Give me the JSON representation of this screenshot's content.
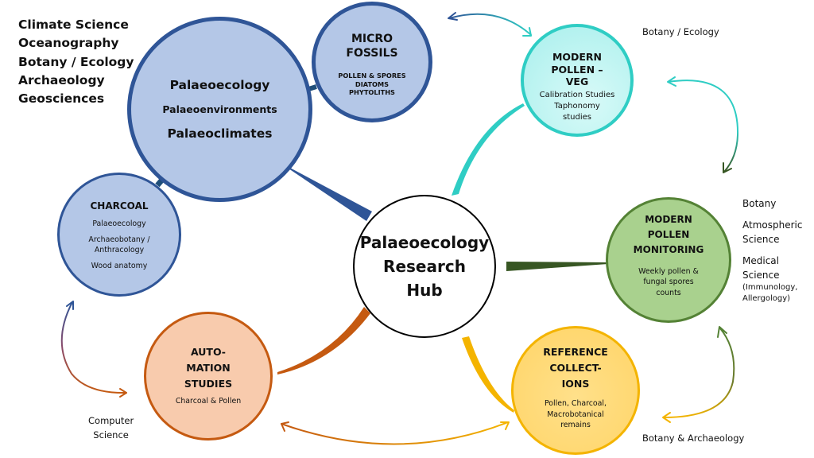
{
  "diagram": {
    "hub": {
      "title_lines": [
        "Palaeoecology",
        "Research",
        "Hub"
      ]
    },
    "disciplines": [
      "Climate Science",
      "Oceanography",
      "Botany / Ecology",
      "Archaeology",
      "Geosciences"
    ],
    "nodes": {
      "palaeoecology": {
        "title": "Palaeoecology",
        "subtitle": "Palaeoenvironments",
        "subtitle2": "Palaeoclimates",
        "color_fill": "#b4c7e7",
        "color_border": "#2f5597"
      },
      "micro_fossils": {
        "title_lines": [
          "MICRO",
          "FOSSILS"
        ],
        "items": [
          "POLLEN & SPORES",
          "DIATOMS",
          "PHYTOLITHS"
        ],
        "color_fill": "#b4c7e7",
        "color_border": "#2f5597"
      },
      "modern_pollen_veg": {
        "title_lines": [
          "MODERN",
          "POLLEN –",
          "VEG"
        ],
        "items": [
          "Calibration Studies",
          "Taphonomy",
          "studies"
        ],
        "color_fill": "#b8f2ef",
        "color_border": "#2fcdc4"
      },
      "charcoal": {
        "title": "CHARCOAL",
        "items": [
          "Palaeoecology",
          "Archaeobotany /",
          "Anthracology",
          "Wood anatomy"
        ],
        "color_fill": "#b4c7e7",
        "color_border": "#2f5597"
      },
      "modern_pollen_monitoring": {
        "title_lines": [
          "MODERN",
          "POLLEN",
          "MONITORING"
        ],
        "items": [
          "Weekly pollen &",
          "fungal spores",
          "counts"
        ],
        "color_fill": "#a9d18e",
        "color_border": "#548235"
      },
      "automation_studies": {
        "title_lines": [
          "AUTO-",
          "MATION",
          "STUDIES"
        ],
        "items": [
          "Charcoal & Pollen"
        ],
        "color_fill": "#f8cbad",
        "color_border": "#c55a11"
      },
      "reference_collections": {
        "title_lines": [
          "REFERENCE",
          "COLLECT-",
          "IONS"
        ],
        "items": [
          "Pollen, Charcoal,",
          "Macrobotanical",
          "remains"
        ],
        "color_fill": "#ffd966",
        "color_border": "#f4b400"
      }
    },
    "side_labels": {
      "modern_pollen_veg": "Botany / Ecology",
      "modern_pollen_monitoring": {
        "fields": [
          "Botany",
          "Atmospheric",
          "Science",
          "Medical",
          "Science"
        ],
        "field_groups": [
          [
            "Botany"
          ],
          [
            "Atmospheric",
            "Science"
          ],
          [
            "Medical",
            "Science"
          ]
        ],
        "notes": [
          "(Immunology,",
          "Allergology)"
        ]
      },
      "automation_studies": [
        "Computer",
        "Science"
      ],
      "reference_collections": "Botany & Archaeology"
    },
    "connections": [
      {
        "from": "hub",
        "to": "palaeoecology",
        "style": "tapered",
        "color": "#2f5597"
      },
      {
        "from": "hub",
        "to": "modern_pollen_veg",
        "style": "tapered",
        "color": "#2fcdc4"
      },
      {
        "from": "hub",
        "to": "modern_pollen_monitoring",
        "style": "tapered",
        "color": "#375623"
      },
      {
        "from": "hub",
        "to": "automation_studies",
        "style": "tapered",
        "color": "#c55a11"
      },
      {
        "from": "hub",
        "to": "reference_collections",
        "style": "tapered",
        "color": "#f4b400"
      },
      {
        "from": "palaeoecology",
        "to": "micro_fossils",
        "style": "short-link",
        "color": "#1f4e79"
      },
      {
        "from": "palaeoecology",
        "to": "charcoal",
        "style": "short-link",
        "color": "#1f4e79"
      }
    ],
    "arrows": [
      {
        "between": [
          "micro_fossils",
          "modern_pollen_veg"
        ],
        "type": "double-headed",
        "colors": [
          "#2f5597",
          "#2fcdc4"
        ]
      },
      {
        "between": [
          "modern_pollen_veg",
          "modern_pollen_monitoring"
        ],
        "type": "double-headed",
        "colors": [
          "#2fcdc4",
          "#375623"
        ]
      },
      {
        "between": [
          "modern_pollen_monitoring",
          "reference_collections"
        ],
        "type": "double-headed",
        "colors": [
          "#548235",
          "#f4b400"
        ]
      },
      {
        "between": [
          "automation_studies",
          "reference_collections"
        ],
        "type": "double-headed",
        "colors": [
          "#c55a11",
          "#f4b400"
        ]
      },
      {
        "between": [
          "charcoal",
          "automation_studies"
        ],
        "type": "double-headed",
        "colors": [
          "#2f5597",
          "#c55a11"
        ]
      }
    ]
  }
}
